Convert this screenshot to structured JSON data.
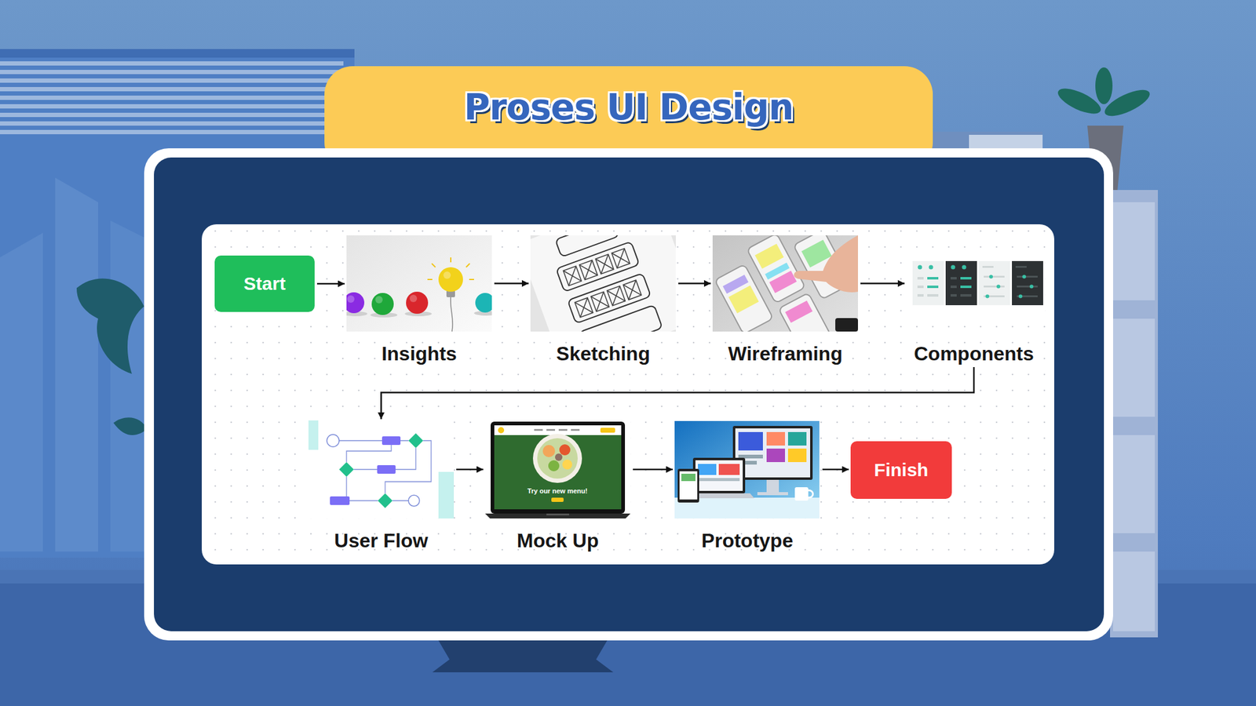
{
  "diagram": {
    "title": "Proses UI Design",
    "nodes": [
      {
        "text": [
          "Start"
        ]
      },
      {
        "text": [
          "Insights"
        ]
      },
      {
        "text": [
          "Sketching"
        ]
      },
      {
        "text": [
          "Wireframing"
        ]
      },
      {
        "text": [
          "Components"
        ]
      },
      {
        "text": [
          "User Flow"
        ]
      },
      {
        "text": [
          "Mock Up"
        ]
      },
      {
        "text": [
          "Prototype"
        ]
      },
      {
        "text": [
          "Finish"
        ]
      }
    ],
    "edges": [
      {
        "from": 0,
        "to": 1,
        "arrow": "to"
      },
      {
        "from": 1,
        "to": 2,
        "arrow": "to"
      },
      {
        "from": 2,
        "to": 3,
        "arrow": "to"
      },
      {
        "from": 3,
        "to": 4,
        "arrow": "to"
      },
      {
        "from": 4,
        "to": 5,
        "arrow": "to"
      },
      {
        "from": 5,
        "to": 6,
        "arrow": "to"
      },
      {
        "from": 6,
        "to": 7,
        "arrow": "to"
      },
      {
        "from": 7,
        "to": 8,
        "arrow": "to"
      }
    ],
    "labels": [
      "Try our new menu!"
    ]
  }
}
